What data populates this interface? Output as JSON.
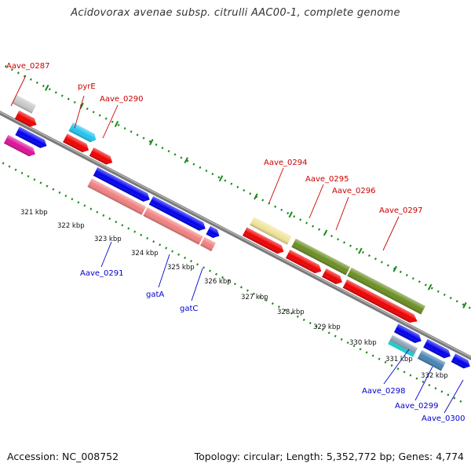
{
  "header": {
    "title": "Acidovorax avenae subsp. citrulli AAC00-1, complete genome"
  },
  "footer": {
    "accession": "Accession: NC_008752",
    "summary": "Topology: circular; Length: 5,352,772 bp; Genes: 4,774"
  },
  "colors": {
    "backbone": "#7a7a7a",
    "tick": "#1a8a1a",
    "label_forward": "#cc0000",
    "label_reverse": "#0000cc"
  },
  "scale": {
    "unit": "kbp",
    "ticks": [
      "321 kbp",
      "322 kbp",
      "323 kbp",
      "324 kbp",
      "325 kbp",
      "326 kbp",
      "327 kbp",
      "328 kbp",
      "329 kbp",
      "330 kbp",
      "331 kbp",
      "332 kbp"
    ]
  },
  "gene_labels_forward": [
    "Aave_0287",
    "pyrE",
    "Aave_0290",
    "Aave_0294",
    "Aave_0295",
    "Aave_0296",
    "Aave_0297"
  ],
  "gene_labels_reverse": [
    "Aave_0291",
    "gatA",
    "gatC",
    "Aave_0298",
    "Aave_0299",
    "Aave_0300"
  ]
}
